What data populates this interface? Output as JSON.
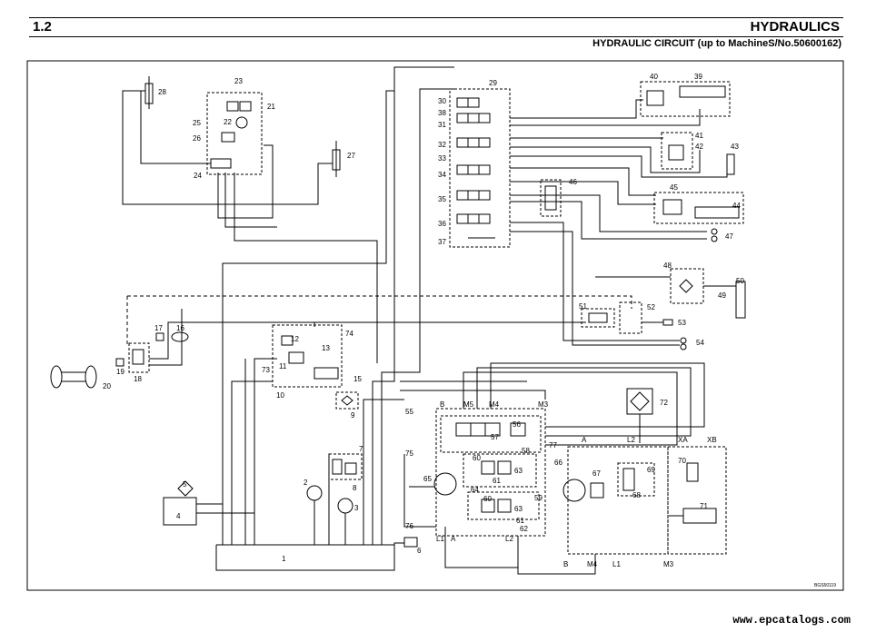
{
  "header": {
    "section": "1.2",
    "title": "HYDRAULICS",
    "subtitle": "HYDRAULIC CIRCUIT (up to MachineS/No.50600162)"
  },
  "diagram": {
    "code": "BGS50119",
    "components": [
      {
        "id": "n1",
        "text": "1"
      },
      {
        "id": "n2",
        "text": "2"
      },
      {
        "id": "n3",
        "text": "3"
      },
      {
        "id": "n4",
        "text": "4"
      },
      {
        "id": "n5",
        "text": "5"
      },
      {
        "id": "n6",
        "text": "6"
      },
      {
        "id": "n7",
        "text": "7"
      },
      {
        "id": "n8",
        "text": "8"
      },
      {
        "id": "n9",
        "text": "9"
      },
      {
        "id": "n10",
        "text": "10"
      },
      {
        "id": "n11",
        "text": "11"
      },
      {
        "id": "n12",
        "text": "12"
      },
      {
        "id": "n13",
        "text": "13"
      },
      {
        "id": "n15",
        "text": "15"
      },
      {
        "id": "n16",
        "text": "16"
      },
      {
        "id": "n17",
        "text": "17"
      },
      {
        "id": "n18",
        "text": "18"
      },
      {
        "id": "n19",
        "text": "19"
      },
      {
        "id": "n20",
        "text": "20"
      },
      {
        "id": "n21",
        "text": "21"
      },
      {
        "id": "n22",
        "text": "22"
      },
      {
        "id": "n23",
        "text": "23"
      },
      {
        "id": "n24",
        "text": "24"
      },
      {
        "id": "n25",
        "text": "25"
      },
      {
        "id": "n26",
        "text": "26"
      },
      {
        "id": "n27",
        "text": "27"
      },
      {
        "id": "n28",
        "text": "28"
      },
      {
        "id": "n29",
        "text": "29"
      },
      {
        "id": "n30",
        "text": "30"
      },
      {
        "id": "n31",
        "text": "31"
      },
      {
        "id": "n32",
        "text": "32"
      },
      {
        "id": "n33",
        "text": "33"
      },
      {
        "id": "n34",
        "text": "34"
      },
      {
        "id": "n35",
        "text": "35"
      },
      {
        "id": "n36",
        "text": "36"
      },
      {
        "id": "n37",
        "text": "37"
      },
      {
        "id": "n38",
        "text": "38"
      },
      {
        "id": "n39",
        "text": "39"
      },
      {
        "id": "n40",
        "text": "40"
      },
      {
        "id": "n41",
        "text": "41"
      },
      {
        "id": "n42",
        "text": "42"
      },
      {
        "id": "n43",
        "text": "43"
      },
      {
        "id": "n44",
        "text": "44"
      },
      {
        "id": "n45",
        "text": "45"
      },
      {
        "id": "n46",
        "text": "46"
      },
      {
        "id": "n47",
        "text": "47"
      },
      {
        "id": "n48",
        "text": "48"
      },
      {
        "id": "n49",
        "text": "49"
      },
      {
        "id": "n50",
        "text": "50"
      },
      {
        "id": "n51",
        "text": "51"
      },
      {
        "id": "n52",
        "text": "52"
      },
      {
        "id": "n53",
        "text": "53"
      },
      {
        "id": "n54",
        "text": "54"
      },
      {
        "id": "n55",
        "text": "55"
      },
      {
        "id": "n56",
        "text": "56"
      },
      {
        "id": "n57",
        "text": "57"
      },
      {
        "id": "n58",
        "text": "58"
      },
      {
        "id": "n59",
        "text": "59"
      },
      {
        "id": "n60a",
        "text": "60"
      },
      {
        "id": "n60b",
        "text": "60"
      },
      {
        "id": "n61a",
        "text": "61"
      },
      {
        "id": "n61b",
        "text": "61"
      },
      {
        "id": "n62",
        "text": "62"
      },
      {
        "id": "n63a",
        "text": "63"
      },
      {
        "id": "n63b",
        "text": "63"
      },
      {
        "id": "n64",
        "text": "64"
      },
      {
        "id": "n65",
        "text": "65"
      },
      {
        "id": "n66",
        "text": "66"
      },
      {
        "id": "n67",
        "text": "67"
      },
      {
        "id": "n68",
        "text": "68"
      },
      {
        "id": "n69",
        "text": "69"
      },
      {
        "id": "n70",
        "text": "70"
      },
      {
        "id": "n71",
        "text": "71"
      },
      {
        "id": "n72",
        "text": "72"
      },
      {
        "id": "n73",
        "text": "73"
      },
      {
        "id": "n74",
        "text": "74"
      },
      {
        "id": "n75",
        "text": "75"
      },
      {
        "id": "n76",
        "text": "76"
      },
      {
        "id": "n77",
        "text": "77"
      }
    ],
    "ports": [
      {
        "id": "pB1",
        "text": "B"
      },
      {
        "id": "pM5",
        "text": "M5"
      },
      {
        "id": "pM4a",
        "text": "M4"
      },
      {
        "id": "pM3a",
        "text": "M3"
      },
      {
        "id": "pA1",
        "text": "A"
      },
      {
        "id": "pL2a",
        "text": "L2"
      },
      {
        "id": "pXA",
        "text": "XA"
      },
      {
        "id": "pXB",
        "text": "XB"
      },
      {
        "id": "pL1a",
        "text": "L1"
      },
      {
        "id": "pA2",
        "text": "A"
      },
      {
        "id": "pL2b",
        "text": "L2"
      },
      {
        "id": "pB2",
        "text": "B"
      },
      {
        "id": "pM4b",
        "text": "M4"
      },
      {
        "id": "pL1b",
        "text": "L1"
      },
      {
        "id": "pM3b",
        "text": "M3"
      }
    ]
  },
  "footer": {
    "url": "www.epcatalogs.com"
  }
}
